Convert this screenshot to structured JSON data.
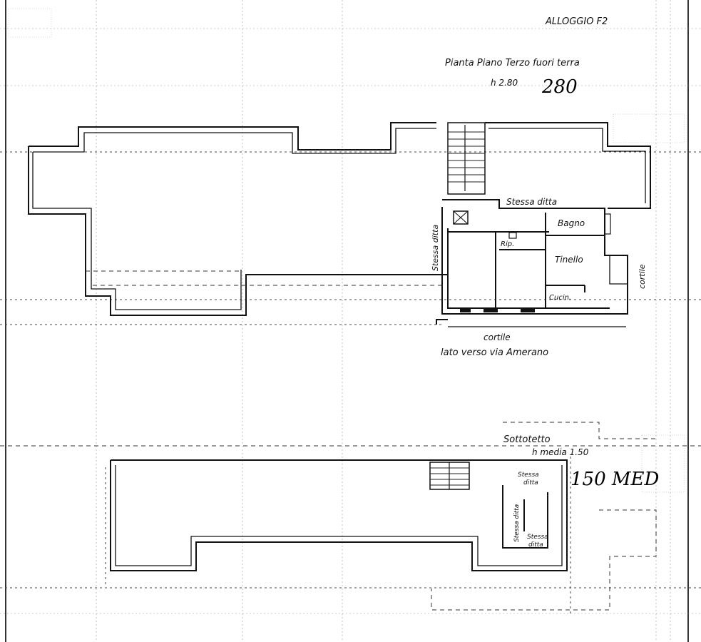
{
  "header": {
    "unit_title": "ALLOGGIO F2",
    "floor_title": "Pianta Piano  Terzo fuori terra",
    "height_label": "h 2.80",
    "height_handwritten": "280"
  },
  "upper_plan": {
    "labels": {
      "stessa_ditta_top": "Stessa ditta",
      "stessa_ditta_side": "Stessa ditta",
      "bagno": "Bagno",
      "rip": "Rip.",
      "tinello": "Tinello",
      "cucina": "Cucin.",
      "cortile_side": "cortile",
      "cortile_bottom": "cortile",
      "side_street": "lato verso via Amerano"
    }
  },
  "lower_plan": {
    "title": "Sottotetto",
    "height_label": "h media 1.50",
    "height_handwritten": "150 MED",
    "labels": {
      "stessa_ditta_1": "Stessa",
      "stessa_ditta_1b": "ditta",
      "stessa_ditta_2": "Stessa ditta",
      "stessa_ditta_3": "Stessa",
      "stessa_ditta_3b": "ditta"
    }
  }
}
